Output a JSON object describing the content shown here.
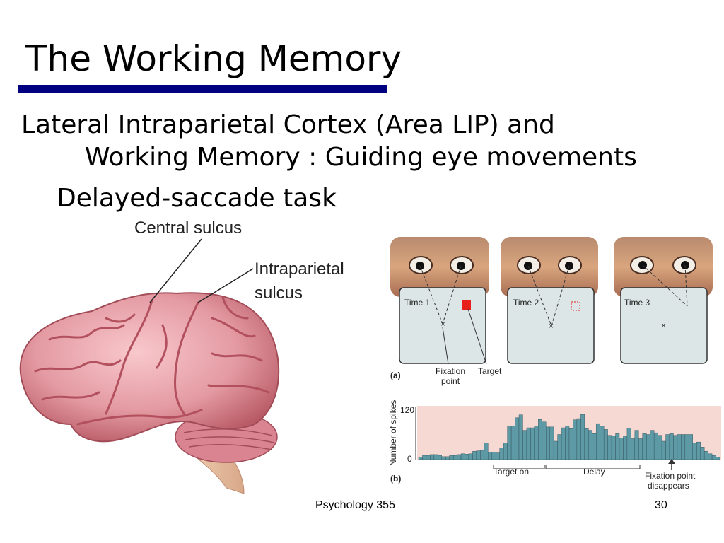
{
  "slide": {
    "title": "The Working Memory",
    "bullet1_line1": "Lateral Intraparietal Cortex (Area LIP) and",
    "bullet1_line2": "Working Memory : Guiding eye movements",
    "bullet2": "Delayed-saccade task"
  },
  "brain_figure": {
    "label_central": "Central sulcus",
    "label_intraparietal_1": "Intraparietal",
    "label_intraparietal_2": "sulcus"
  },
  "task_figure": {
    "panels": [
      {
        "label": "Time 1"
      },
      {
        "label": "Time 2"
      },
      {
        "label": "Time 3"
      }
    ],
    "panel_a_label": "(a)",
    "fixation_label_1": "Fixation",
    "fixation_label_2": "point",
    "target_label": "Target",
    "fixation_marker": "×",
    "target_color": "#e8201c"
  },
  "chart_data": {
    "type": "bar",
    "panel_label": "(b)",
    "ylabel": "Number of spikes",
    "yticks": [
      "120",
      "0"
    ],
    "ylim": [
      0,
      130
    ],
    "annotations": [
      "Target on",
      "Delay",
      "Fixation point",
      "disappears"
    ],
    "values": [
      6,
      10,
      10,
      12,
      12,
      10,
      7,
      7,
      10,
      10,
      12,
      14,
      13,
      14,
      20,
      21,
      22,
      40,
      18,
      18,
      16,
      28,
      40,
      80,
      80,
      100,
      107,
      70,
      76,
      76,
      80,
      96,
      90,
      78,
      78,
      44,
      60,
      76,
      80,
      74,
      95,
      98,
      108,
      74,
      70,
      62,
      86,
      80,
      72,
      58,
      56,
      62,
      52,
      56,
      75,
      50,
      70,
      50,
      62,
      60,
      70,
      64,
      58,
      44,
      60,
      62,
      58,
      60,
      60,
      60,
      60,
      40,
      42,
      30,
      20,
      14,
      10,
      6
    ],
    "colors": {
      "bar": "#5e9aa6",
      "bar_edge": "#2c4a52",
      "background": "#f7d9d4"
    }
  },
  "footer": {
    "course": "Psychology 355",
    "page": "30"
  }
}
